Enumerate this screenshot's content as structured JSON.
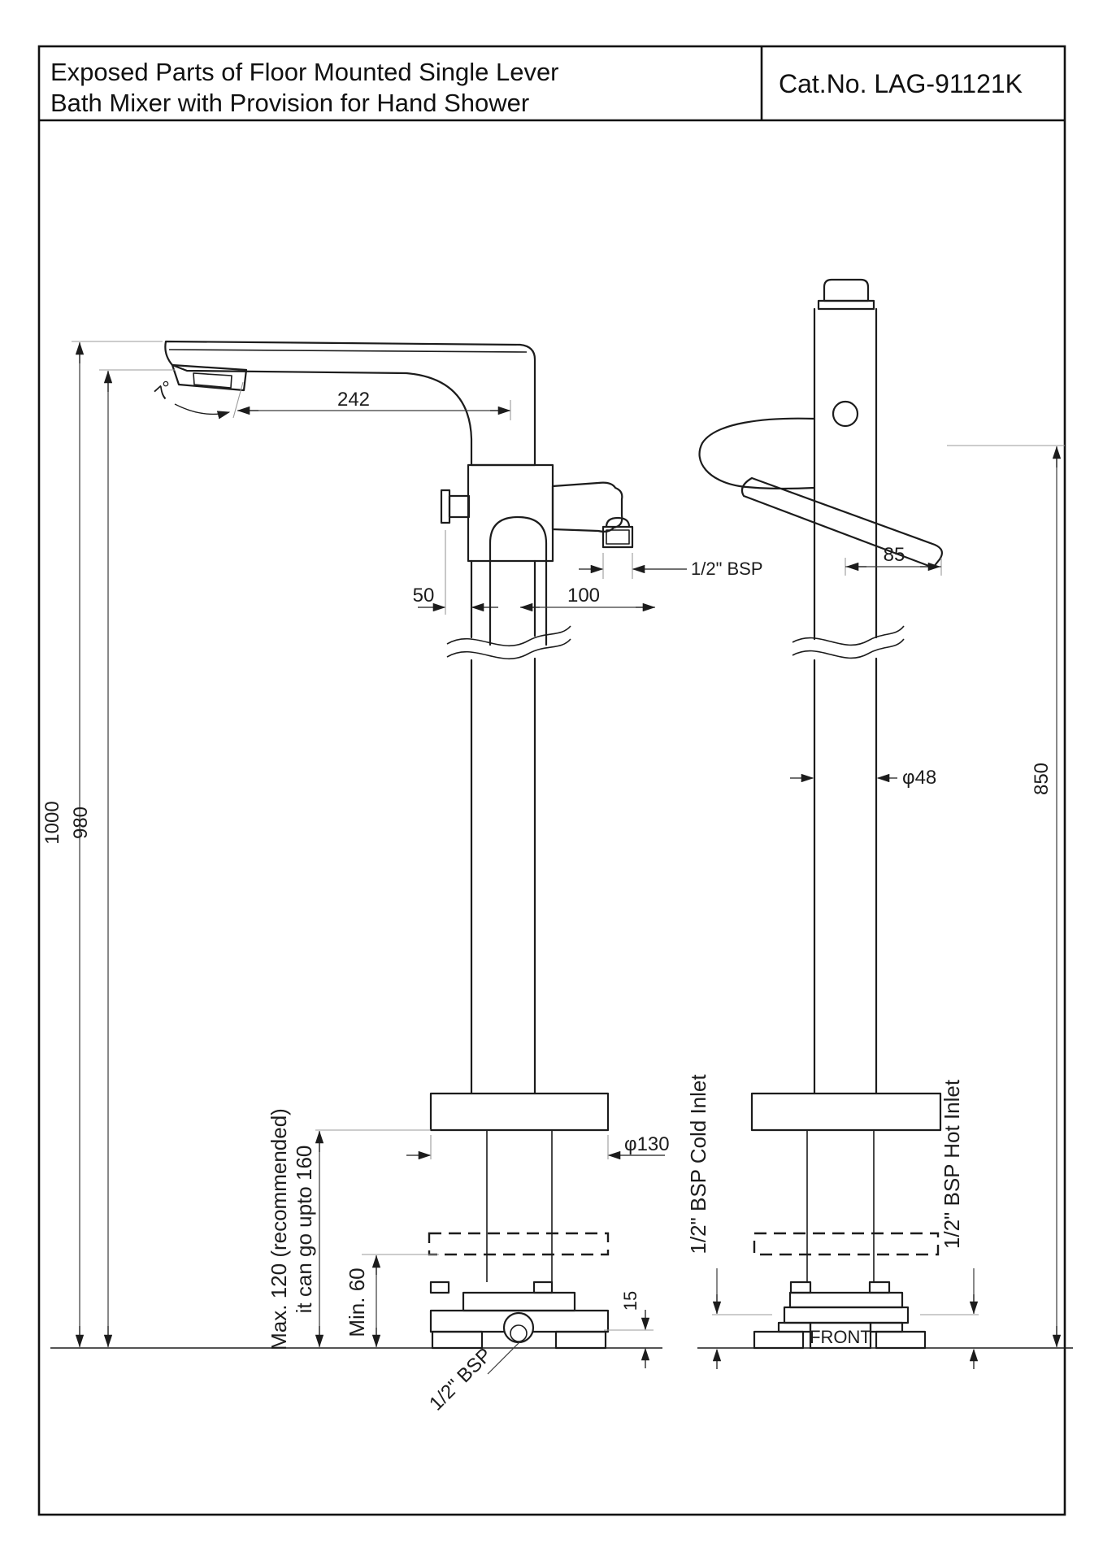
{
  "header": {
    "title_line1": "Exposed Parts of Floor Mounted Single Lever",
    "title_line2": "Bath Mixer with Provision for Hand Shower",
    "cat_no": "Cat.No. LAG-91121K"
  },
  "annotations": {
    "spout_angle": "7°",
    "spout_reach": "242",
    "knob_offset": "50",
    "outlet_offset": "100",
    "outlet_thread": "1/2\" BSP",
    "overall_height": "1000",
    "spout_height": "980",
    "lever_reach": "85",
    "pipe_diameter": "φ48",
    "handle_height": "850",
    "flange_diameter": "φ130",
    "max_note_line1": "Max. 120 (recommended)",
    "max_note_line2": "it can go upto 160",
    "min_note": "Min. 60",
    "base_plate_height": "15",
    "floor_inlet_thread": "1/2\" BSP",
    "cold_inlet": "1/2\" BSP Cold Inlet",
    "hot_inlet": "1/2\" BSP Hot Inlet",
    "front_label": "FRONT"
  }
}
